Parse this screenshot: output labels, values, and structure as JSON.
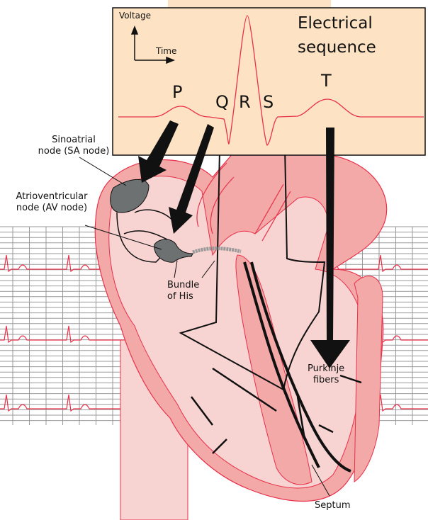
{
  "legend": {
    "y_axis": "Voltage",
    "x_axis": "Time"
  },
  "title_line1": "Electrical",
  "title_line2": "sequence",
  "waves": {
    "p": "P",
    "q": "Q",
    "r": "R",
    "s": "S",
    "t": "T"
  },
  "labels": {
    "sa_line1": "Sinoatrial",
    "sa_line2": "node (SA node)",
    "av_line1": "Atrioventricular",
    "av_line2": "node (AV node)",
    "his_line1": "Bundle",
    "his_line2": "of His",
    "purkinje_line1": "Purkinje",
    "purkinje_line2": "fibers",
    "septum": "Septum"
  },
  "colors": {
    "panel": "#fde3c3",
    "ecg": "#e8304a",
    "heart": "#f7d3d1",
    "muscle": "#f2a9a7",
    "node": "#6d7172"
  }
}
